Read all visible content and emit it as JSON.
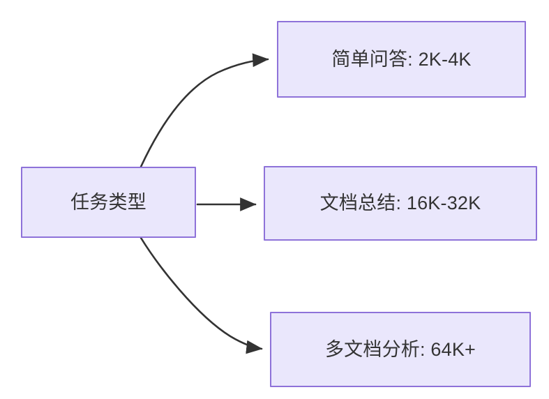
{
  "diagram": {
    "type": "flowchart",
    "direction": "left-to-right",
    "background_color": "#ffffff",
    "node_fill_color": "#eae7fc",
    "node_border_color": "#8e72d9",
    "node_text_color": "#333333",
    "edge_color": "#333333",
    "nodes": [
      {
        "id": "source",
        "label": "任务类型"
      },
      {
        "id": "simple_qa",
        "label": "简单问答: 2K-4K"
      },
      {
        "id": "doc_summary",
        "label": "文档总结: 16K-32K"
      },
      {
        "id": "multidoc",
        "label": "多文档分析: 64K+"
      }
    ],
    "edges": [
      {
        "from": "source",
        "to": "simple_qa",
        "label": "",
        "style": "curved-arrow"
      },
      {
        "from": "source",
        "to": "doc_summary",
        "label": "",
        "style": "straight-arrow"
      },
      {
        "from": "source",
        "to": "multidoc",
        "label": "",
        "style": "curved-arrow"
      }
    ]
  }
}
